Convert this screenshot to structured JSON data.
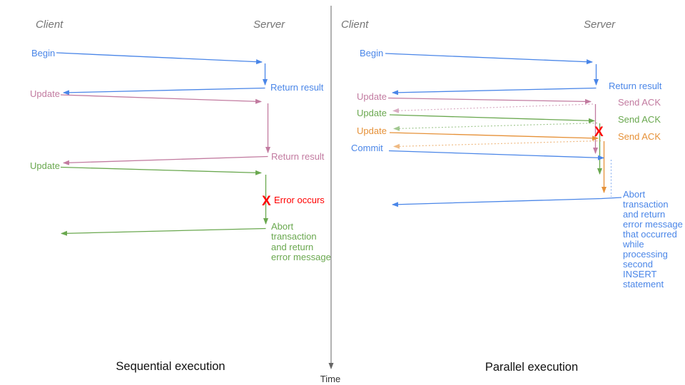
{
  "colors": {
    "blue": "#4a86e8",
    "pink": "#c27ba0",
    "green": "#6aa84f",
    "orange": "#e69138",
    "red": "#ff0000",
    "axis_gray": "#666666",
    "header_gray": "#757575",
    "title_black": "#111111"
  },
  "time_axis": {
    "label": "Time"
  },
  "left_diagram": {
    "title": "Sequential execution",
    "client_header": "Client",
    "server_header": "Server",
    "begin_label": "Begin",
    "begin_return_label": "Return result",
    "update1_label": "Update",
    "update1_return_label": "Return result",
    "update2_label": "Update",
    "error_x": "X",
    "error_label": "Error occurs",
    "abort_lines": [
      "Abort",
      "transaction",
      "and return",
      "error message"
    ]
  },
  "right_diagram": {
    "title": "Parallel execution",
    "client_header": "Client",
    "server_header": "Server",
    "begin_label": "Begin",
    "begin_return_label": "Return result",
    "update1_label": "Update",
    "update2_label": "Update",
    "update3_label": "Update",
    "ack1_label": "Send ACK",
    "ack2_label": "Send ACK",
    "ack3_label": "Send ACK",
    "commit_label": "Commit",
    "error_x": "X",
    "abort_lines": [
      "Abort",
      "transaction",
      "and return",
      "error message",
      "that occurred",
      "while",
      "processing",
      "second",
      "INSERT",
      "statement"
    ]
  }
}
